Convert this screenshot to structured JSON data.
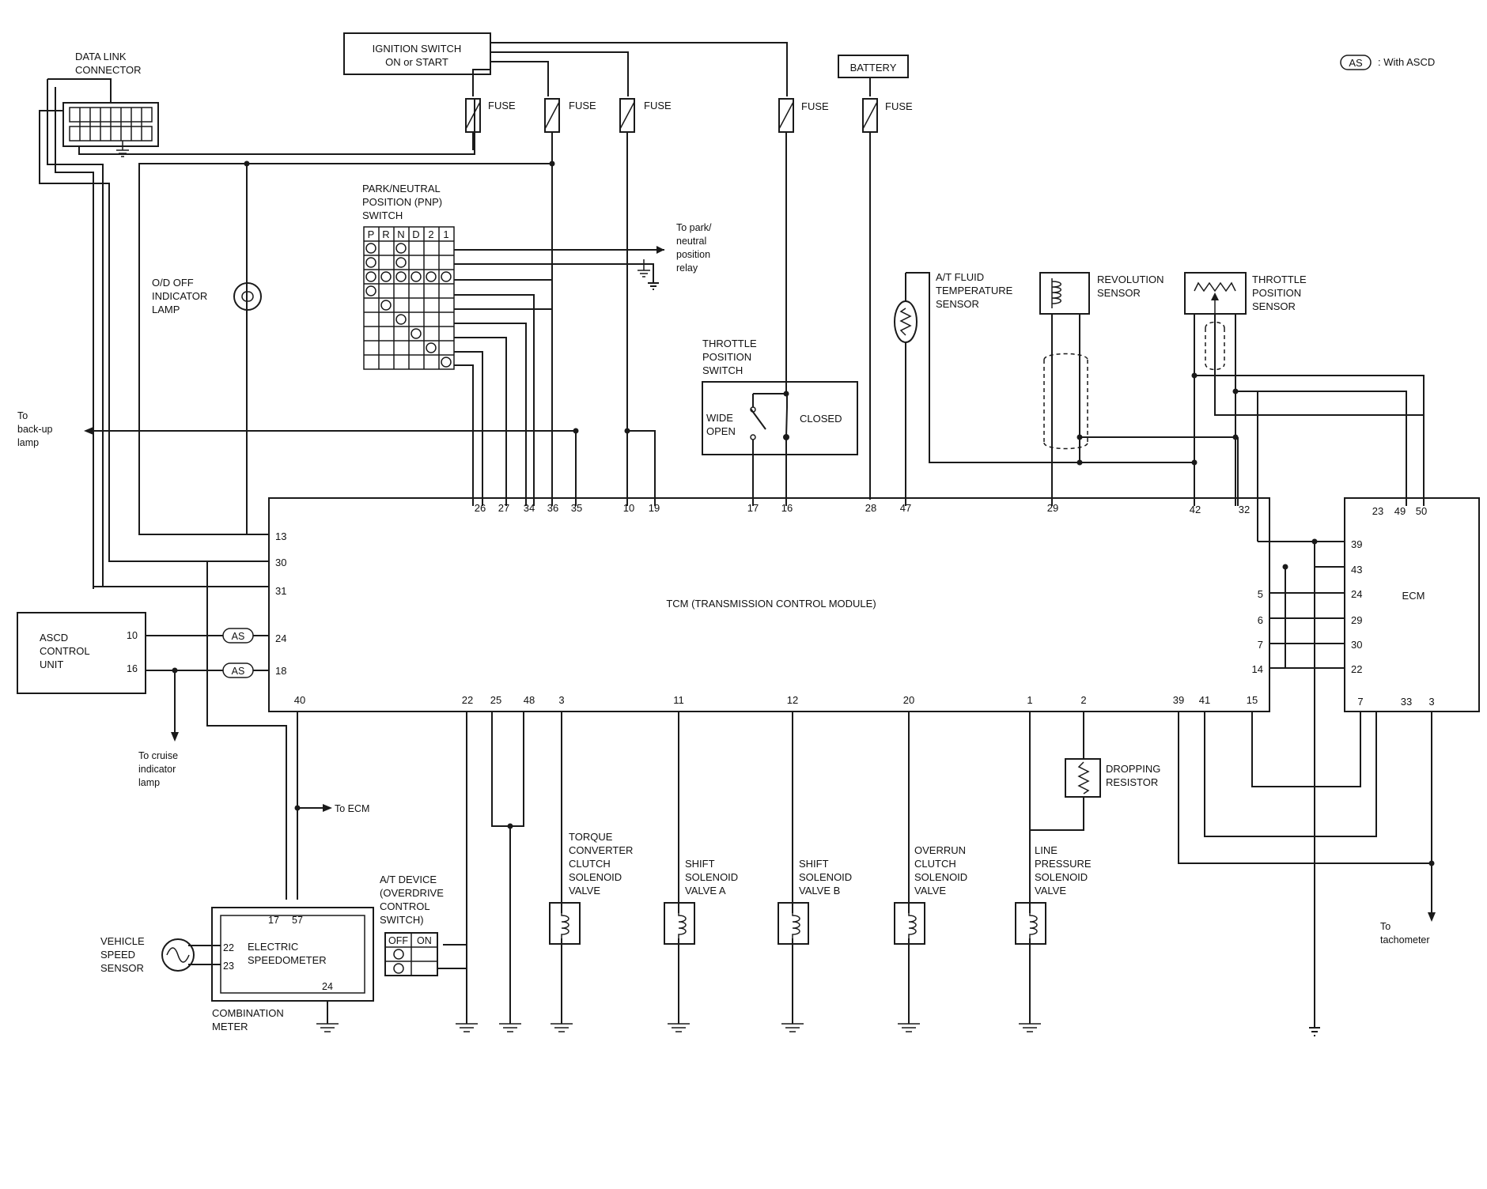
{
  "legend": {
    "badge": "AS",
    "text": ": With ASCD"
  },
  "dlc": [
    "DATA LINK",
    "CONNECTOR"
  ],
  "ignition": [
    "IGNITION SWITCH",
    "ON or START"
  ],
  "battery": "BATTERY",
  "fuse": "FUSE",
  "pnp": {
    "title": [
      "PARK/NEUTRAL",
      "POSITION (PNP)",
      "SWITCH"
    ],
    "positions": [
      "P",
      "R",
      "N",
      "D",
      "2",
      "1"
    ],
    "relay": [
      "To park/",
      "neutral",
      "position",
      "relay"
    ]
  },
  "od_lamp": [
    "O/D OFF",
    "INDICATOR",
    "LAMP"
  ],
  "backup": [
    "To",
    "back-up",
    "lamp"
  ],
  "tps_switch": {
    "title": [
      "THROTTLE",
      "POSITION",
      "SWITCH"
    ],
    "wide": [
      "WIDE",
      "OPEN"
    ],
    "closed": "CLOSED"
  },
  "fluid_sensor": [
    "A/T FLUID",
    "TEMPERATURE",
    "SENSOR"
  ],
  "rev_sensor": [
    "REVOLUTION",
    "SENSOR"
  ],
  "tp_sensor": [
    "THROTTLE",
    "POSITION",
    "SENSOR"
  ],
  "tcm": {
    "label": "TCM (TRANSMISSION CONTROL MODULE)",
    "top_pins": [
      "26",
      "27",
      "34",
      "36",
      "35",
      "10",
      "19",
      "17",
      "16",
      "28",
      "47",
      "29",
      "42",
      "32"
    ],
    "left_pins": [
      "13",
      "30",
      "31",
      "24",
      "18"
    ],
    "bottom_pins": [
      "40",
      "22",
      "25",
      "48",
      "3",
      "11",
      "12",
      "20",
      "1",
      "2",
      "39",
      "41",
      "15"
    ],
    "right_pins": [
      "5",
      "6",
      "7",
      "14"
    ]
  },
  "ecm": {
    "label": "ECM",
    "top_pins": [
      "23",
      "49",
      "50"
    ],
    "left_pins": [
      "39",
      "43",
      "24",
      "29",
      "30",
      "22"
    ],
    "bottom_pins": [
      "7",
      "33",
      "3"
    ]
  },
  "ascd": {
    "label": [
      "ASCD",
      "CONTROL",
      "UNIT"
    ],
    "pins": [
      "10",
      "16"
    ]
  },
  "cruise": [
    "To cruise",
    "indicator",
    "lamp"
  ],
  "to_ecm": "To ECM",
  "at_device": {
    "label": [
      "A/T DEVICE",
      "(OVERDRIVE",
      "CONTROL",
      "SWITCH)"
    ],
    "off": "OFF",
    "on": "ON"
  },
  "solenoids": [
    {
      "label": [
        "TORQUE",
        "CONVERTER",
        "CLUTCH",
        "SOLENOID",
        "VALVE"
      ]
    },
    {
      "label": [
        "SHIFT",
        "SOLENOID",
        "VALVE A"
      ]
    },
    {
      "label": [
        "SHIFT",
        "SOLENOID",
        "VALVE B"
      ]
    },
    {
      "label": [
        "OVERRUN",
        "CLUTCH",
        "SOLENOID",
        "VALVE"
      ]
    },
    {
      "label": [
        "LINE",
        "PRESSURE",
        "SOLENOID",
        "VALVE"
      ]
    }
  ],
  "dropping": [
    "DROPPING",
    "RESISTOR"
  ],
  "tacho": [
    "To",
    "tachometer"
  ],
  "speedo": {
    "label": [
      "ELECTRIC",
      "SPEEDOMETER"
    ],
    "pins": [
      "17",
      "57",
      "22",
      "23",
      "24"
    ],
    "meter": [
      "COMBINATION",
      "METER"
    ]
  },
  "vss": [
    "VEHICLE",
    "SPEED",
    "SENSOR"
  ]
}
